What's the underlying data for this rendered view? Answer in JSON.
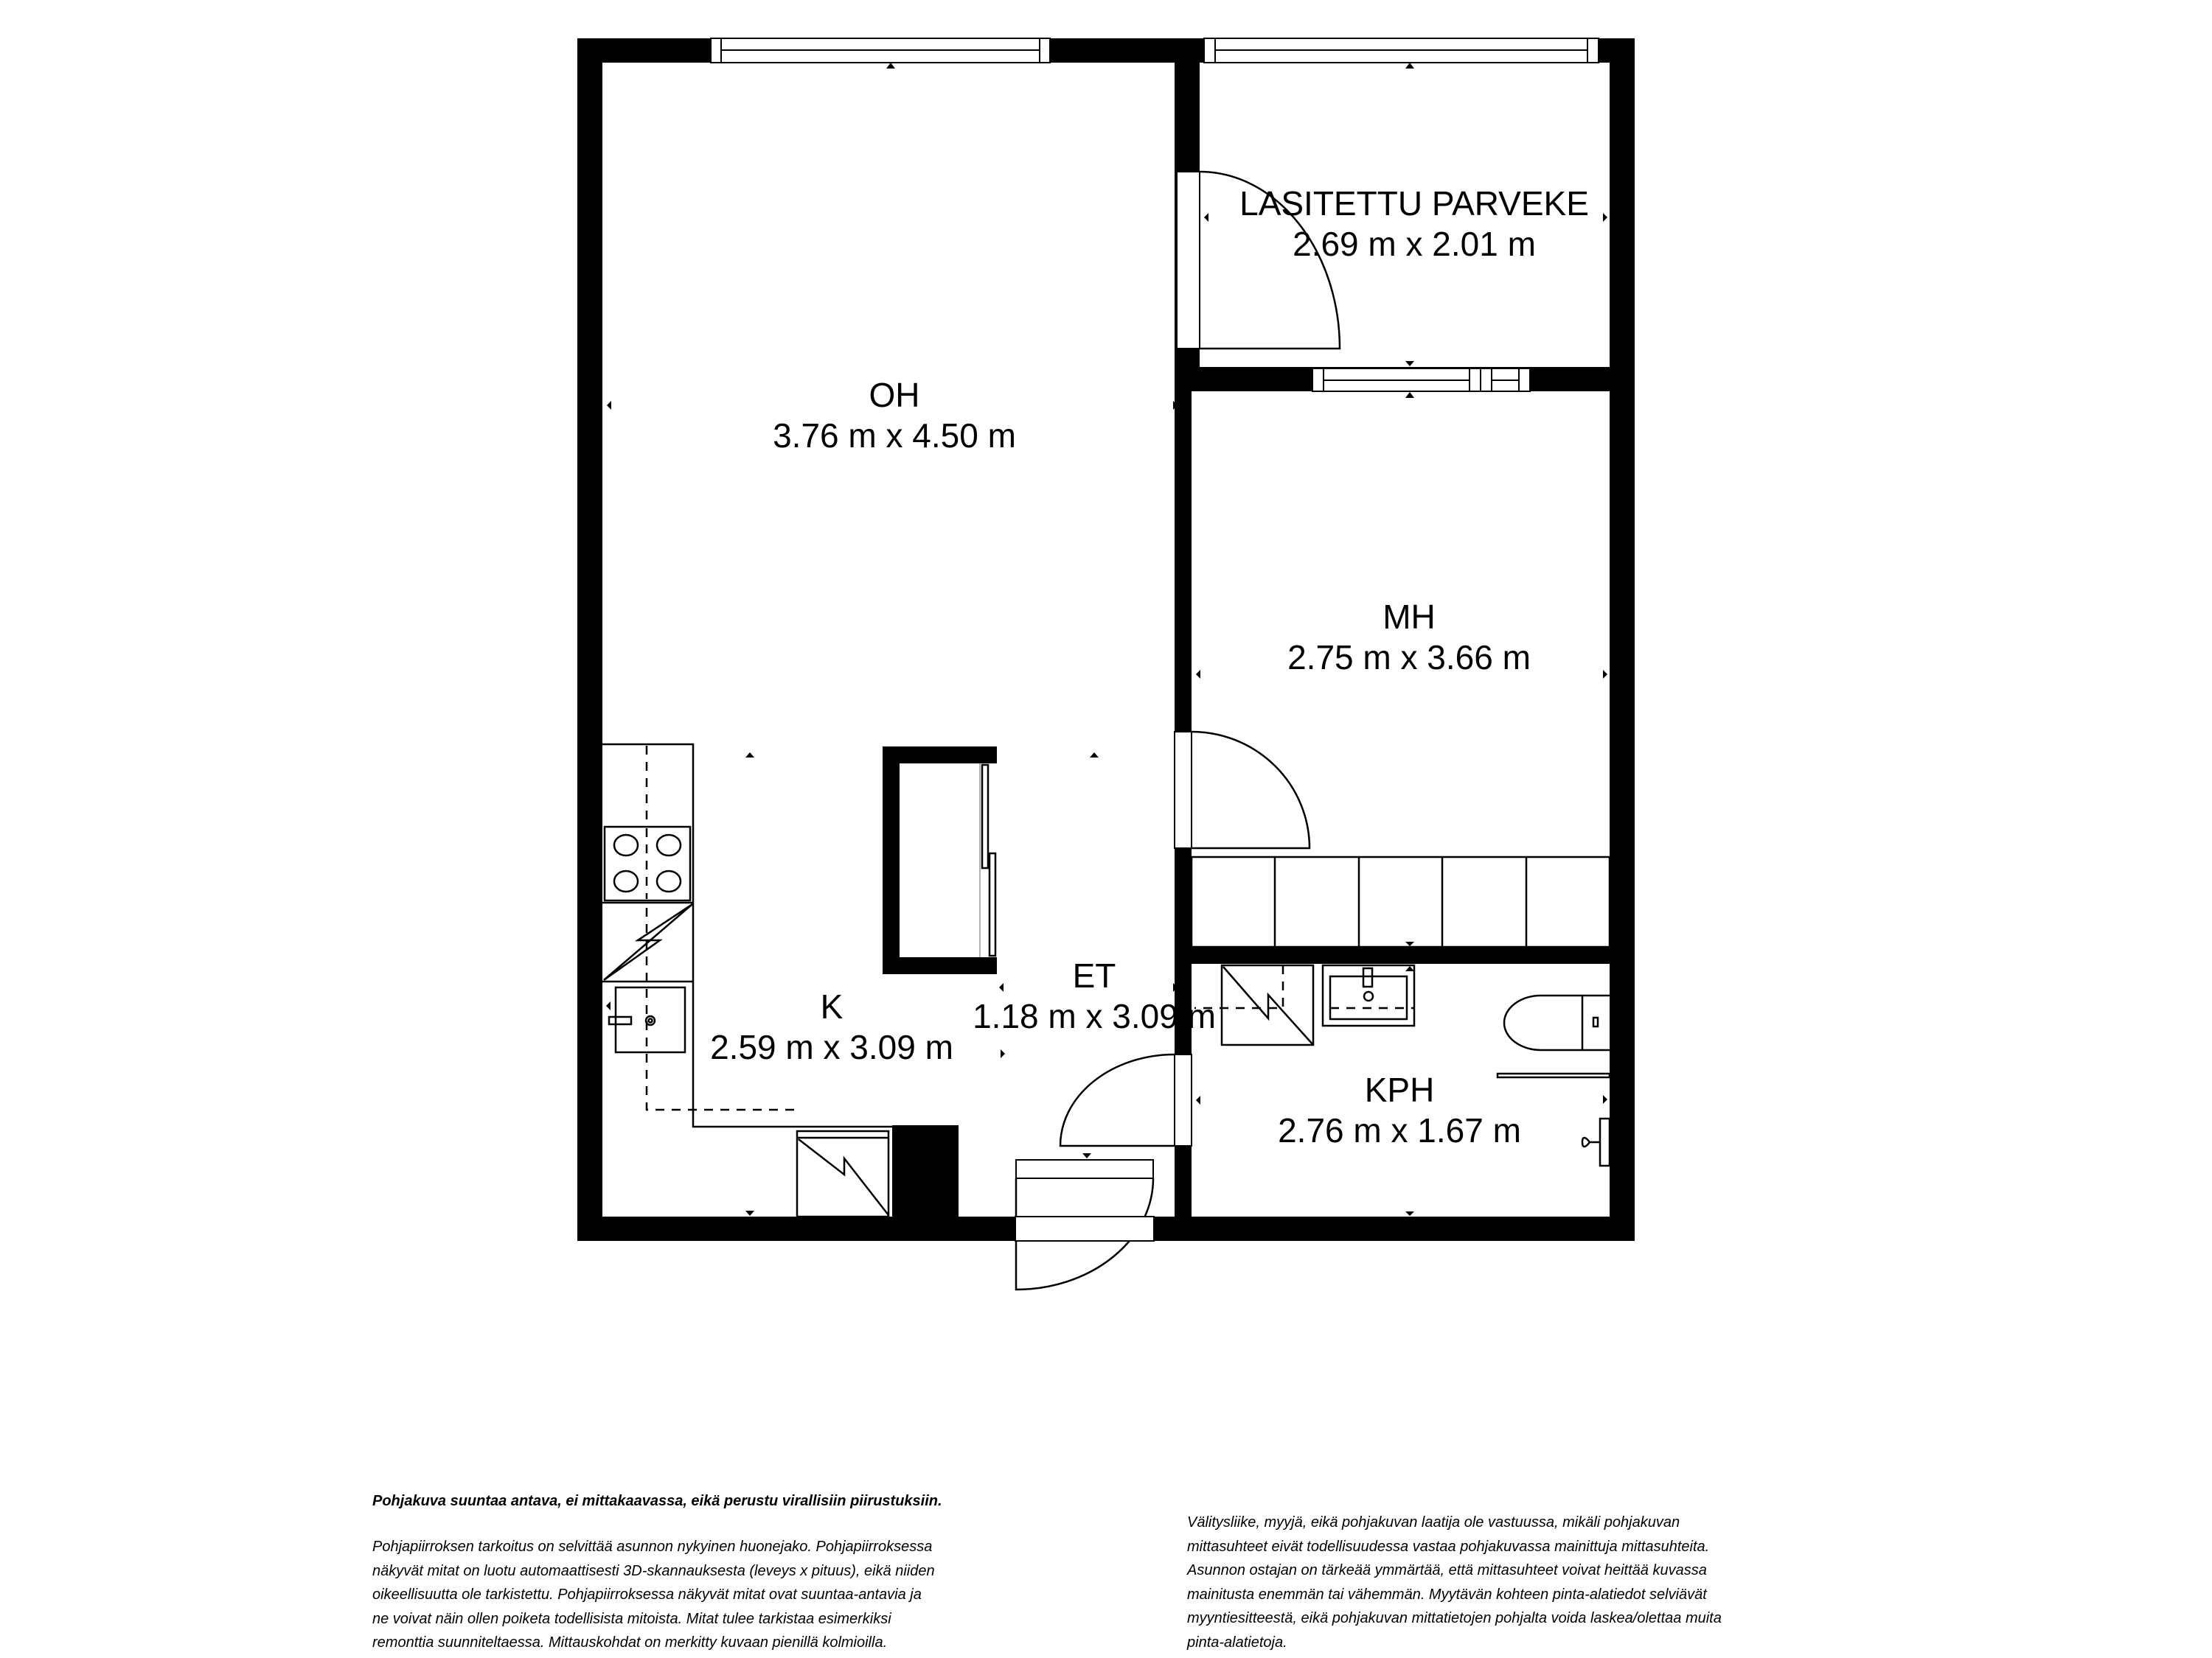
{
  "rooms": [
    {
      "id": "oh",
      "name": "OH",
      "dims": "3.76 m x 4.50 m"
    },
    {
      "id": "parveke",
      "name": "LASITETTU PARVEKE",
      "dims": "2.69 m x 2.01 m"
    },
    {
      "id": "mh",
      "name": "MH",
      "dims": "2.75 m x 3.66 m"
    },
    {
      "id": "k",
      "name": "K",
      "dims": "2.59 m x 3.09 m"
    },
    {
      "id": "et",
      "name": "ET",
      "dims": "1.18 m x 3.09 m"
    },
    {
      "id": "kph",
      "name": "KPH",
      "dims": "2.76 m x 1.67 m"
    }
  ],
  "fixtures": [
    "stove-icon",
    "sink-icon",
    "dishwasher-icon",
    "fridge-icon",
    "washbasin-icon",
    "toilet-icon",
    "shower-icon",
    "washing-machine-icon",
    "wardrobe",
    "closet"
  ],
  "colors": {
    "wall": "#000000",
    "background": "#ffffff"
  },
  "disclaimer": {
    "title": "Pohjakuva suuntaa antava, ei mittakaavassa, eikä perustu virallisiin piirustuksiin.",
    "left_text": "Pohjapiirroksen tarkoitus on selvittää asunnon nykyinen huonejako. Pohjapiirroksessa\nnäkyvät mitat on luotu automaattisesti 3D-skannauksesta (leveys x pituus), eikä niiden\noikeellisuutta ole tarkistettu. Pohjapiirroksessa näkyvät mitat ovat suuntaa-antavia ja\nne voivat näin ollen poiketa todellisista mitoista. Mitat tulee tarkistaa esimerkiksi\nremonttia suunniteltaessa. Mittauskohdat on merkitty kuvaan pienillä kolmioilla.",
    "right_text": "Välitysliike, myyjä, eikä pohjakuvan laatija ole vastuussa, mikäli pohjakuvan\nmittasuhteet eivät todellisuudessa vastaa pohjakuvassa mainittuja mittasuhteita.\nAsunnon ostajan on tärkeää ymmärtää, että mittasuhteet voivat heittää kuvassa\nmainitusta enemmän tai vähemmän. Myytävän kohteen pinta-alatiedot selviävät\nmyyntiesitteestä, eikä pohjakuvan mittatietojen pohjalta voida laskea/olettaa muita\npinta-alatietoja."
  }
}
